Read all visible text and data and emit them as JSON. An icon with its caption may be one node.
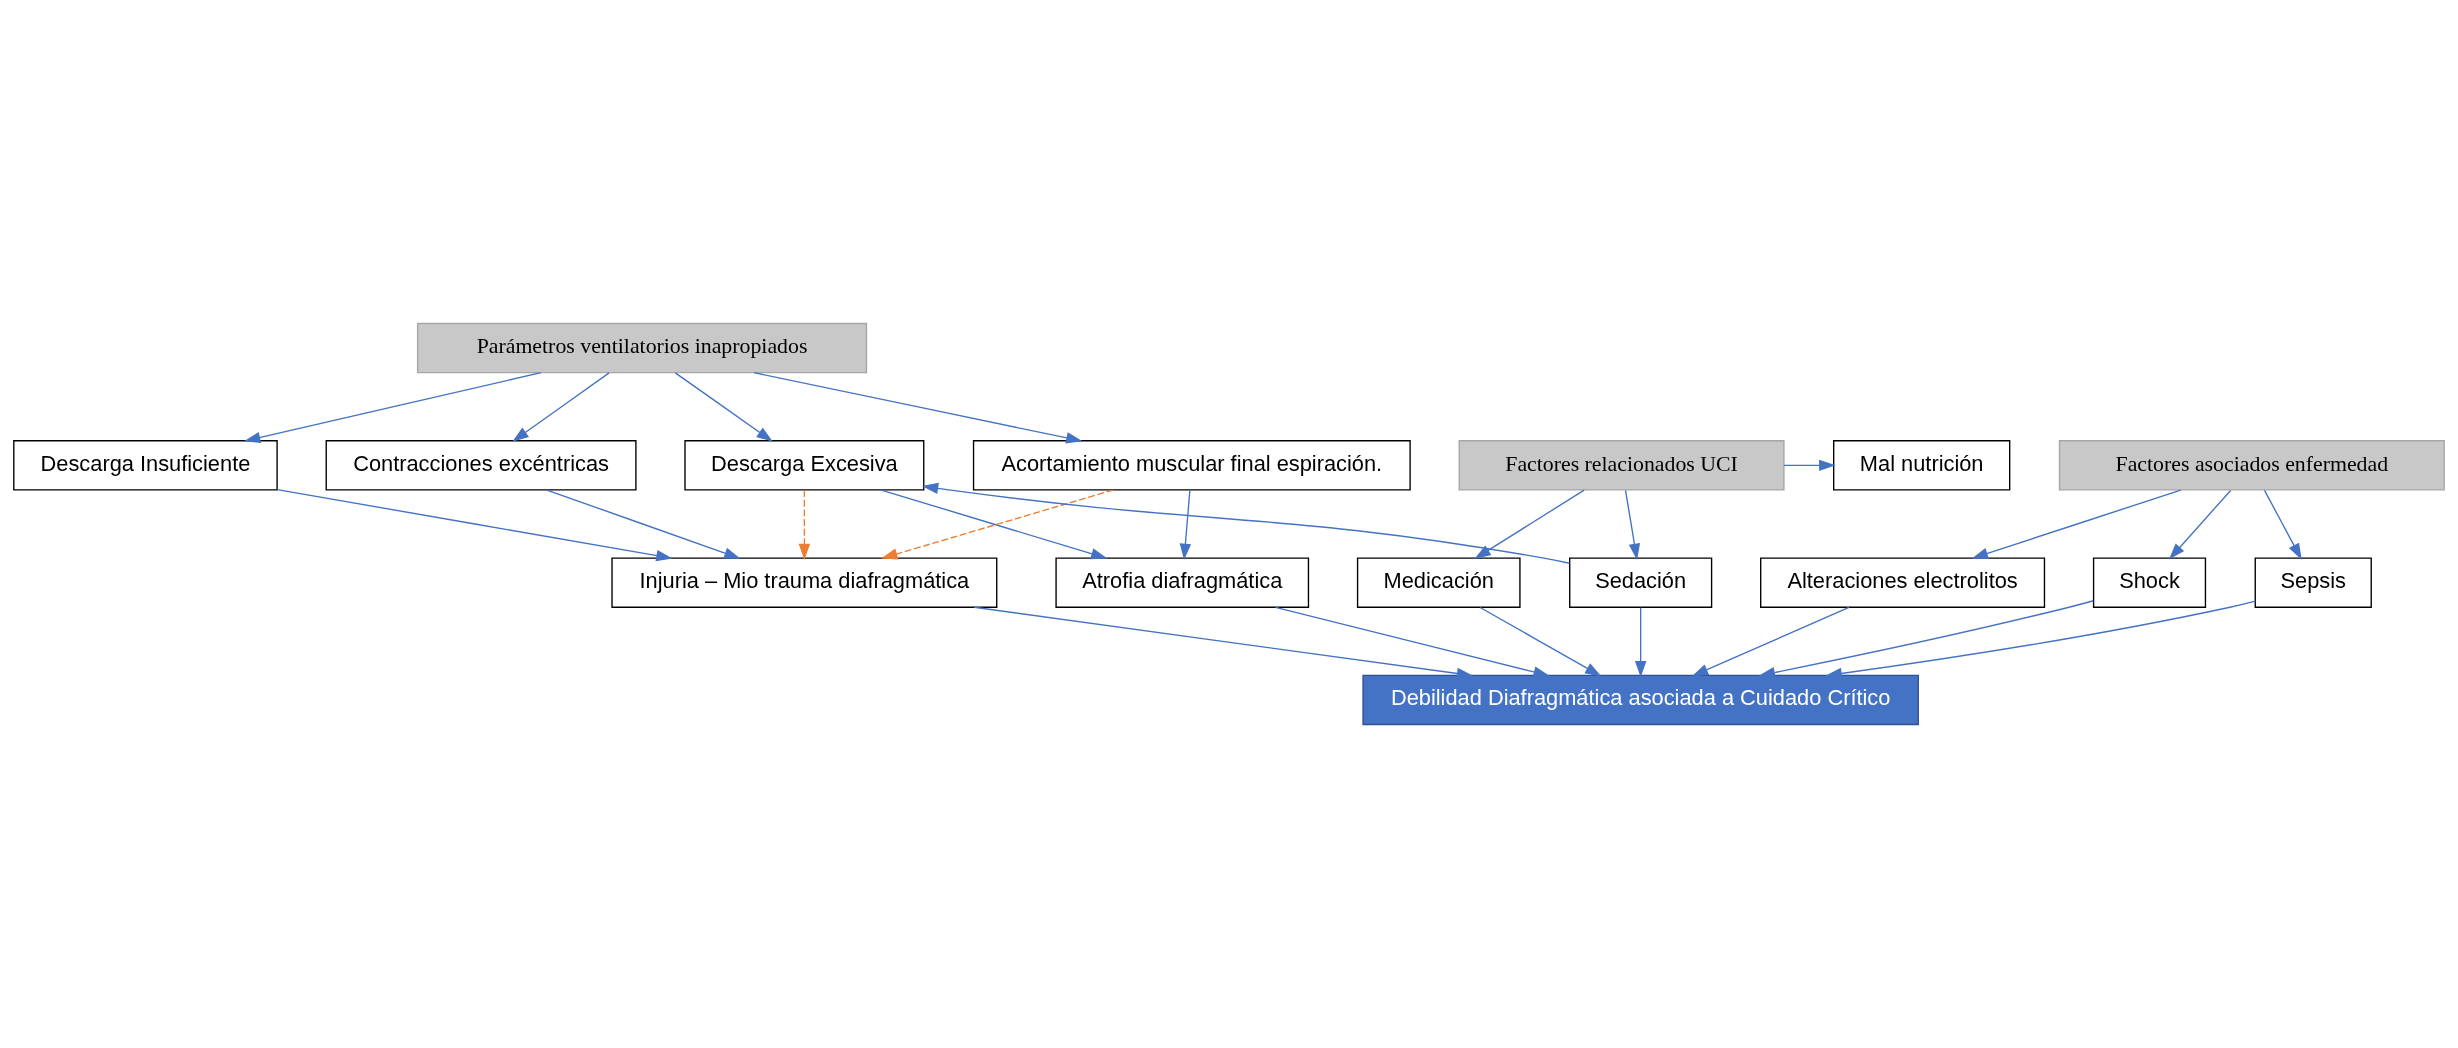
{
  "diagram": {
    "nodes": [
      {
        "text": [
          "Parámetros ventilatorios inapropiados"
        ]
      },
      {
        "text": [
          "Descarga Excesiva"
        ]
      },
      {
        "text": [
          "Acortamiento muscular final espiración."
        ]
      },
      {
        "text": [
          "Contracciones excéntricas"
        ]
      },
      {
        "text": [
          "Descarga Insuficiente"
        ]
      },
      {
        "text": [
          "Atrofia diafragmática"
        ]
      },
      {
        "text": [
          "Injuria – Mio trauma diafragmática"
        ]
      },
      {
        "text": [
          "Debilidad Diafragmática asociada a Cuidado Crítico"
        ]
      },
      {
        "text": [
          "Sedación"
        ]
      },
      {
        "text": [
          "Alteraciones electrolitos"
        ]
      },
      {
        "text": [
          "Medicación"
        ]
      },
      {
        "text": [
          "Shock"
        ]
      },
      {
        "text": [
          "Sepsis"
        ]
      },
      {
        "text": [
          "Mal nutrición"
        ]
      },
      {
        "text": [
          "Factores relacionados UCI"
        ]
      },
      {
        "text": [
          "Factores asociados enfermedad"
        ]
      }
    ],
    "edges": [
      {
        "from": 0,
        "to": 1,
        "arrow": "to"
      },
      {
        "from": 0,
        "to": 2,
        "arrow": "to"
      },
      {
        "from": 0,
        "to": 3,
        "arrow": "to"
      },
      {
        "from": 0,
        "to": 4,
        "arrow": "to"
      },
      {
        "from": 1,
        "to": 5,
        "arrow": "to"
      },
      {
        "from": 2,
        "to": 5,
        "arrow": "to"
      },
      {
        "from": 1,
        "to": 6,
        "arrow": "to",
        "style": "dashed",
        "color": "#ed7d31"
      },
      {
        "from": 2,
        "to": 6,
        "arrow": "to",
        "style": "dashed",
        "color": "#ed7d31"
      },
      {
        "from": 3,
        "to": 6,
        "arrow": "to"
      },
      {
        "from": 4,
        "to": 6,
        "arrow": "to"
      },
      {
        "from": 5,
        "to": 7,
        "arrow": "to"
      },
      {
        "from": 6,
        "to": 7,
        "arrow": "to"
      },
      {
        "from": 8,
        "to": 7,
        "arrow": "to"
      },
      {
        "from": 10,
        "to": 7,
        "arrow": "to"
      },
      {
        "from": 11,
        "to": 7,
        "arrow": "to"
      },
      {
        "from": 12,
        "to": 7,
        "arrow": "to"
      },
      {
        "from": 9,
        "to": 7,
        "arrow": "to"
      },
      {
        "from": 8,
        "to": 1,
        "arrow": "to"
      },
      {
        "from": 14,
        "to": 8,
        "arrow": "to"
      },
      {
        "from": 14,
        "to": 10,
        "arrow": "to"
      },
      {
        "from": 14,
        "to": 13,
        "arrow": "to"
      },
      {
        "from": 15,
        "to": 11,
        "arrow": "to"
      },
      {
        "from": 15,
        "to": 12,
        "arrow": "to"
      },
      {
        "from": 15,
        "to": 9,
        "arrow": "to"
      }
    ]
  }
}
